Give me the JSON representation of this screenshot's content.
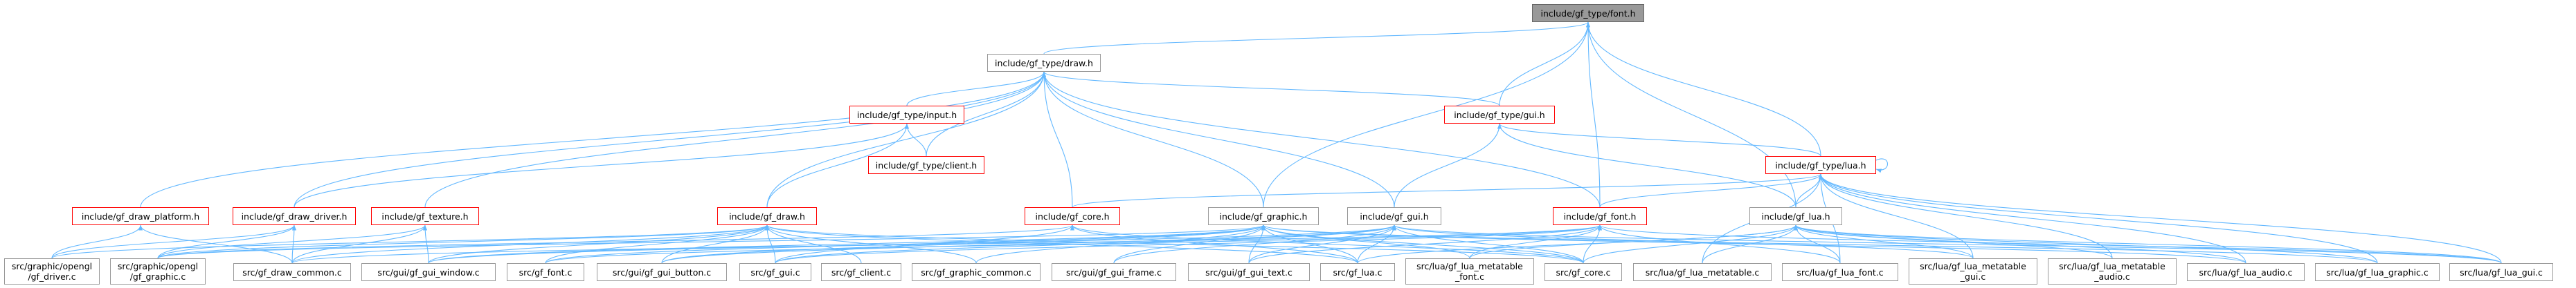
{
  "colors": {
    "edge": "#63b8ff",
    "node_border": "#999999",
    "incomplete_border": "#ff0000",
    "root_fill": "#999999"
  },
  "nodes": {
    "root": "include/gf_type/font.h",
    "draw_t": "include/gf_type/draw.h",
    "input_t": "include/gf_type/input.h",
    "gui_t": "include/gf_type/gui.h",
    "client_t": "include/gf_type/client.h",
    "lua_t": "include/gf_type/lua.h",
    "draw_platform": "include/gf_draw_platform.h",
    "draw_driver": "include/gf_draw_driver.h",
    "texture": "include/gf_texture.h",
    "draw_h": "include/gf_draw.h",
    "core_h": "include/gf_core.h",
    "graphic_h": "include/gf_graphic.h",
    "gui_h": "include/gf_gui.h",
    "font_h": "include/gf_font.h",
    "lua_h": "include/gf_lua.h",
    "opengl_driver": "src/graphic/opengl\n/gf_driver.c",
    "opengl_graphic": "src/graphic/opengl\n/gf_graphic.c",
    "draw_common": "src/gf_draw_common.c",
    "gui_window": "src/gui/gf_gui_window.c",
    "font_c": "src/gf_font.c",
    "gui_button": "src/gui/gf_gui_button.c",
    "gui_c": "src/gf_gui.c",
    "client_c": "src/gf_client.c",
    "graphic_common": "src/gf_graphic_common.c",
    "gui_frame": "src/gui/gf_gui_frame.c",
    "gui_text": "src/gui/gf_gui_text.c",
    "lua_c": "src/gf_lua.c",
    "lua_metatable_font": "src/lua/gf_lua_metatable\n_font.c",
    "core_c": "src/gf_core.c",
    "lua_metatable": "src/lua/gf_lua_metatable.c",
    "lua_font": "src/lua/gf_lua_font.c",
    "lua_metatable_gui": "src/lua/gf_lua_metatable\n_gui.c",
    "lua_metatable_audio": "src/lua/gf_lua_metatable\n_audio.c",
    "lua_audio": "src/lua/gf_lua_audio.c",
    "lua_graphic": "src/lua/gf_lua_graphic.c",
    "lua_gui": "src/lua/gf_lua_gui.c"
  },
  "incomplete_nodes": [
    "input_t",
    "gui_t",
    "client_t",
    "lua_t",
    "draw_platform",
    "draw_driver",
    "texture",
    "draw_h",
    "core_h",
    "font_h"
  ]
}
